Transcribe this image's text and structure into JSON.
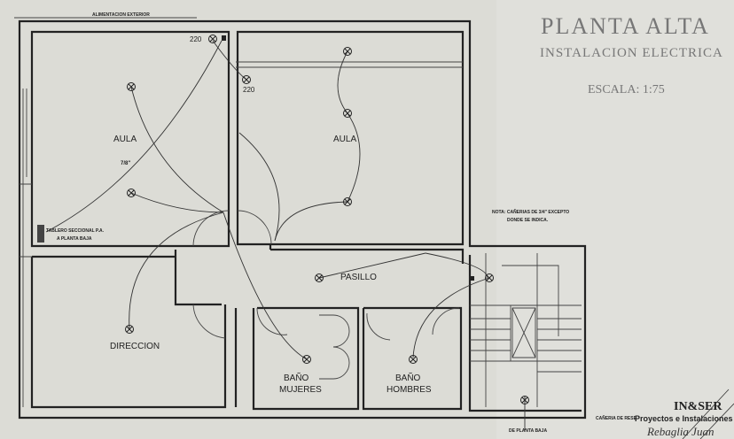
{
  "title": {
    "main": "PLANTA ALTA",
    "subtitle": "INSTALACION ELECTRICA",
    "scale": "ESCALA: 1:75"
  },
  "notes": {
    "feed": "ALIMENTACION EXTERIOR",
    "pipes_line1": "NOTA: CAÑERIAS DE 3/4\" EXCEPTO",
    "pipes_line2": "DONDE SE INDICA.",
    "panel": "TABLERO SECCIONAL P.A.",
    "to_ground": "A PLANTA BAJA",
    "pipe_size": "7/8\"",
    "voltage_1": "220",
    "voltage_2": "220",
    "reserve": "CAÑERIA DE RESE",
    "from_ground": "DE PLANTA BAJA"
  },
  "rooms": {
    "aula_left": "AULA",
    "aula_right": "AULA",
    "pasillo": "PASILLO",
    "direccion": "DIRECCION",
    "bano_mujeres_1": "BAÑO",
    "bano_mujeres_2": "MUJERES",
    "bano_hombres_1": "BAÑO",
    "bano_hombres_2": "HOMBRES"
  },
  "stamp": {
    "company": "IN&SER",
    "tagline": "Proyectos e Instalaciones",
    "signature": "Rebaglia Juan"
  },
  "colors": {
    "paper": "#dcdcd6",
    "ink": "#222222",
    "title": "#777777"
  }
}
